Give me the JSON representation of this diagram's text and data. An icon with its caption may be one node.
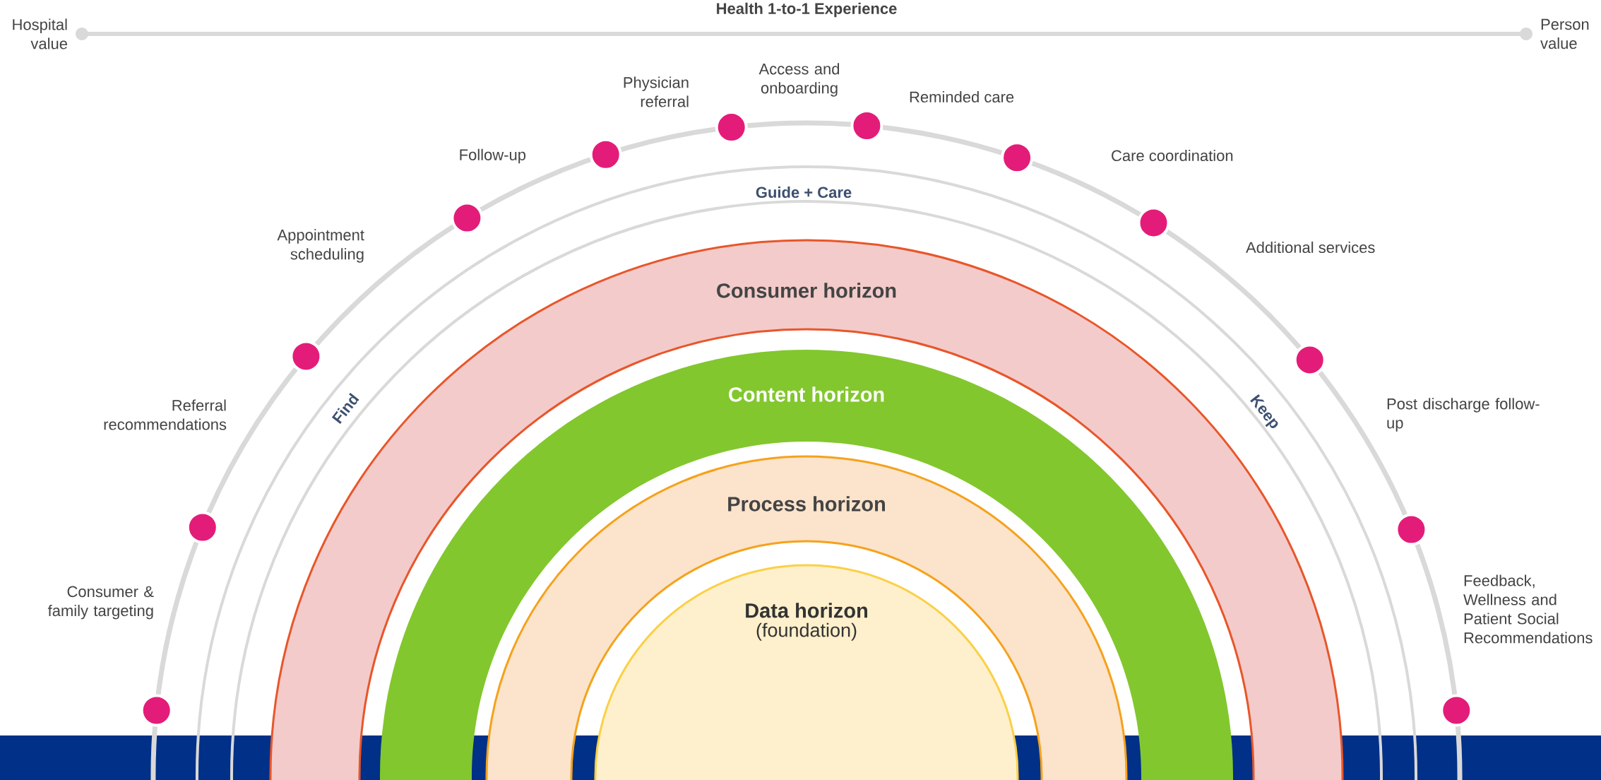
{
  "diagram": {
    "title": "Health 1-to-1 Experience",
    "nodes": [
      {
        "text": [
          "Consumer horizon"
        ]
      },
      {
        "text": [
          "Content horizon"
        ]
      },
      {
        "text": [
          "Process horizon"
        ]
      },
      {
        "text": [
          "Data horizon",
          "(foundation)"
        ]
      },
      {
        "text": [],
        "shape": "circle"
      },
      {
        "text": [],
        "shape": "circle"
      },
      {
        "text": [],
        "shape": "circle"
      },
      {
        "text": [],
        "shape": "circle"
      },
      {
        "text": [],
        "shape": "circle"
      },
      {
        "text": [],
        "shape": "circle"
      },
      {
        "text": [],
        "shape": "circle"
      },
      {
        "text": [],
        "shape": "circle"
      },
      {
        "text": [],
        "shape": "circle"
      },
      {
        "text": [],
        "shape": "circle"
      },
      {
        "text": [],
        "shape": "circle"
      },
      {
        "text": [],
        "shape": "circle"
      }
    ],
    "labels": [
      "Hospital value",
      "Person value",
      "Guide + Care",
      "Find",
      "Keep",
      "Consumer & family targeting",
      "Referral recommendations",
      "Appointment scheduling",
      "Follow-up",
      "Physician referral",
      "Access and onboarding",
      "Reminded care",
      "Care coordination",
      "Additional services",
      "Post discharge follow-up",
      "Feedback, Wellness and Patient Social Recommendations"
    ]
  }
}
